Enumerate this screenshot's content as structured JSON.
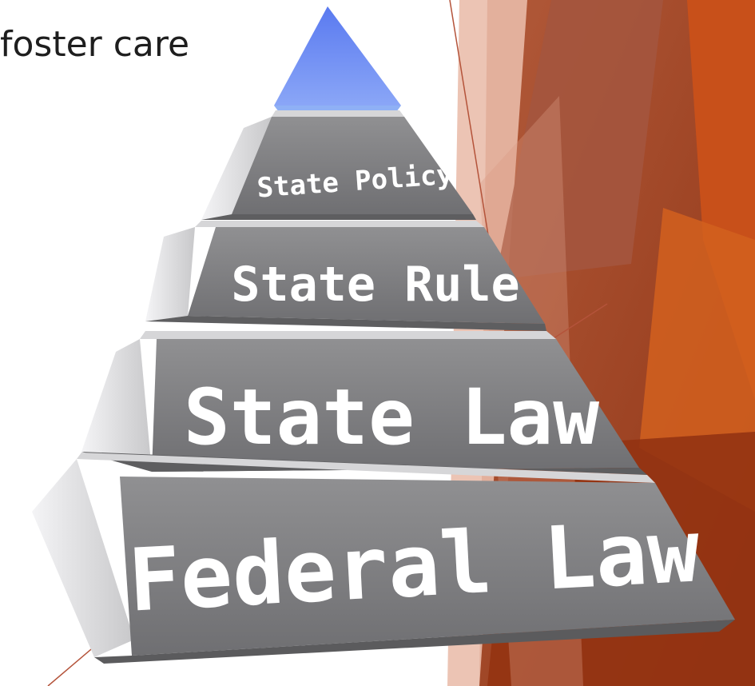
{
  "slide": {
    "title": "foster care"
  },
  "pyramid": {
    "tiers": [
      {
        "label": "State Policy"
      },
      {
        "label": "State Rule"
      },
      {
        "label": "State Law"
      },
      {
        "label": "Federal Law"
      }
    ],
    "colors": {
      "apex": "#6f8df5",
      "tier_face": "#7e7e80",
      "tier_side": "#e8e8ea",
      "tier_top": "#d4d4d6",
      "label": "#ffffff"
    }
  },
  "background": {
    "colors": {
      "rust_dark": "#9a3a16",
      "rust_mid": "#b5542c",
      "orange": "#d0561c",
      "peach": "#dca08a",
      "brown": "#8c4a35"
    }
  }
}
